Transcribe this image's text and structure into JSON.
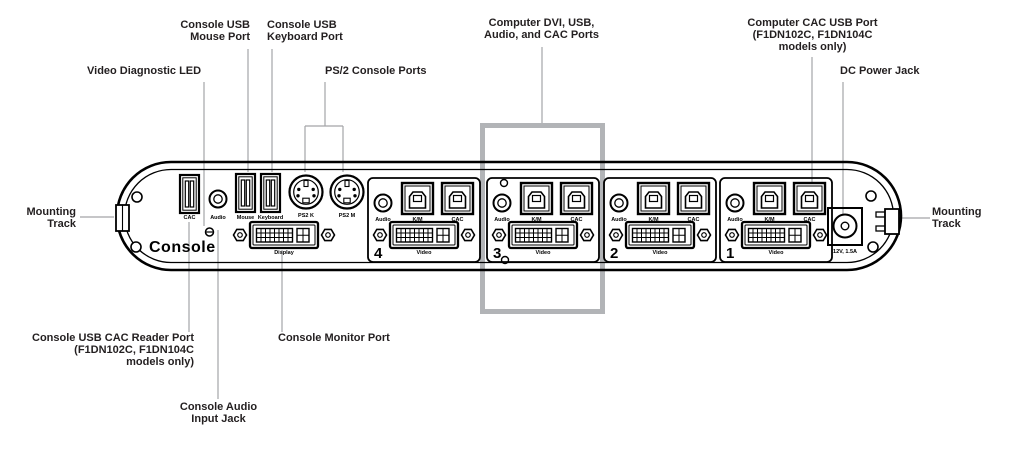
{
  "callouts": {
    "mouse": "Console USB\nMouse Port",
    "keyboard": "Console USB\nKeyboard Port",
    "video_led": "Video Diagnostic LED",
    "ps2": "PS/2 Console Ports",
    "computer_ports": "Computer DVI, USB,\nAudio, and CAC Ports",
    "computer_cac": "Computer CAC USB Port\n(F1DN102C, F1DN104C\nmodels only)",
    "dc_power": "DC Power Jack",
    "mounting_left": "Mounting\nTrack",
    "mounting_right": "Mounting\nTrack",
    "cac_reader": "Console USB CAC Reader Port\n(F1DN102C, F1DN104C\nmodels only)",
    "audio_input": "Console Audio\nInput Jack",
    "monitor": "Console Monitor Port"
  },
  "console": {
    "section_label": "Console",
    "ports": {
      "cac": "CAC",
      "audio": "Audio",
      "mouse": "Mouse",
      "keyboard": "Keyboard",
      "ps2_keyboard": "PS2 K",
      "ps2_mouse": "PS2 M",
      "display": "Display"
    }
  },
  "computers": [
    {
      "number": "4",
      "audio": "Audio",
      "km": "K/M",
      "cac": "CAC",
      "video": "Video"
    },
    {
      "number": "3",
      "audio": "Audio",
      "km": "K/M",
      "cac": "CAC",
      "video": "Video"
    },
    {
      "number": "2",
      "audio": "Audio",
      "km": "K/M",
      "cac": "CAC",
      "video": "Video"
    },
    {
      "number": "1",
      "audio": "Audio",
      "km": "K/M",
      "cac": "CAC",
      "video": "Video"
    }
  ],
  "power": {
    "rating": "12V, 1.5A"
  },
  "colors": {
    "label_text": "#231f20",
    "callout_line": "#a3a5a8",
    "highlight_box": "#b2b4b7",
    "device_line": "#000000",
    "background": "#ffffff"
  }
}
